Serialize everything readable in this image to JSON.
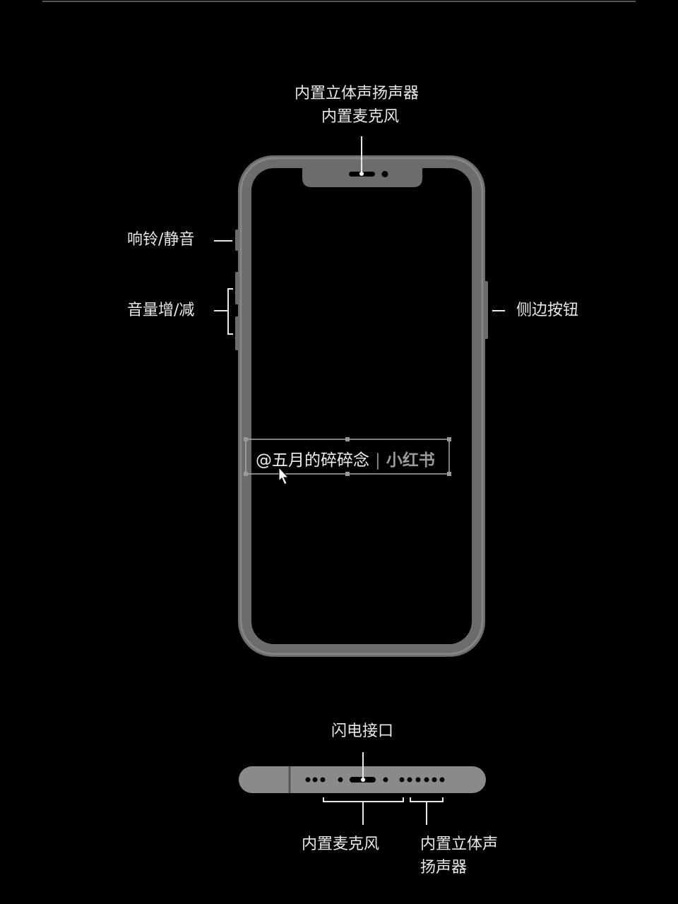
{
  "labels": {
    "top_speaker": "内置立体声扬声器",
    "top_mic": "内置麦克风",
    "ring_silent": "响铃/静音",
    "volume": "音量增/减",
    "side_button": "侧边按钮",
    "lightning": "闪电接口",
    "bottom_mic": "内置麦克风",
    "bottom_speaker_line1": "内置立体声",
    "bottom_speaker_line2": "扬声器"
  },
  "watermark": {
    "handle": "@五月的碎碎念",
    "separator": "|",
    "brand": "小红书"
  },
  "colors": {
    "background": "#000000",
    "frame": "#6c6c6c",
    "text": "#e8e8e8"
  }
}
